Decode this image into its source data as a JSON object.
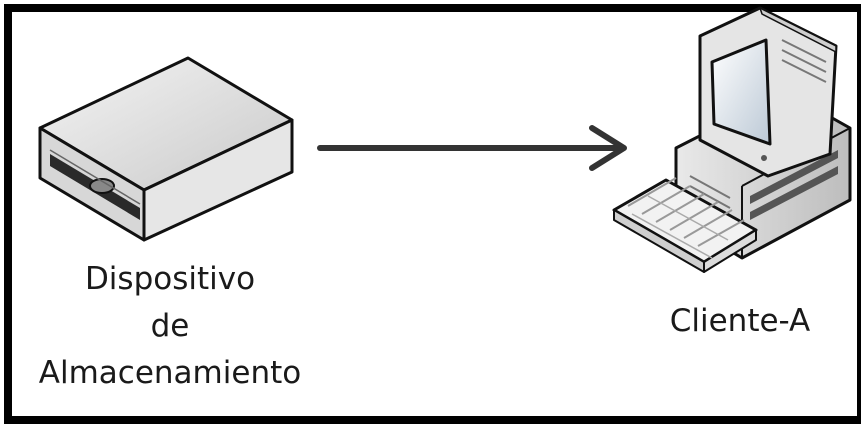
{
  "diagram": {
    "nodes": [
      {
        "id": "storage",
        "icon": "storage-device-icon",
        "label_lines": [
          "Dispositivo",
          "de",
          "Almacenamiento"
        ]
      },
      {
        "id": "client",
        "icon": "desktop-computer-icon",
        "label": "Cliente-A"
      }
    ],
    "edges": [
      {
        "from": "storage",
        "to": "client",
        "icon": "arrow-right-icon"
      }
    ]
  },
  "colors": {
    "border": "#000000",
    "arrow": "#333333",
    "text": "#1a1a1a"
  }
}
